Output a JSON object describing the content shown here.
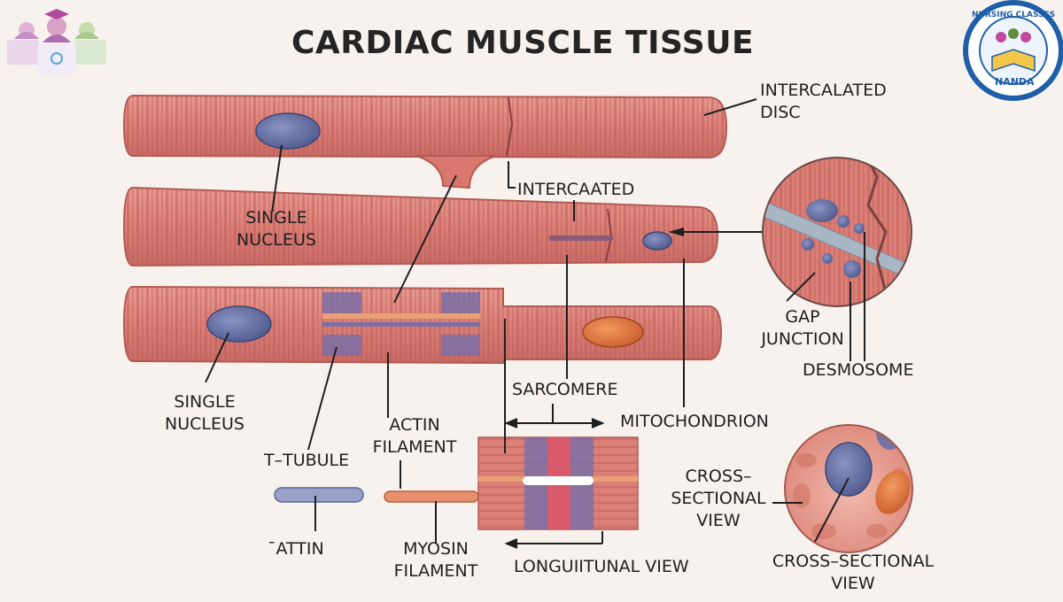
{
  "title": "CARDIAC MUSCLE TISSUE",
  "brand": {
    "line1": "NANDA",
    "line2": "NURSING CLASSES"
  },
  "labels": {
    "intercalated_disc": "INTERCALATED\nDISC",
    "intercaated": "INTERCAATED",
    "single_nucleus_1": "SINGLE\nNUCLEUS",
    "single_nucleus_2": "SINGLE\nNUCLEUS",
    "gap_junction": "GAP\nJUNCTION",
    "desmosome": "DESMOSOME",
    "sarcomere": "SARCOMERE",
    "mitochondrion": "MITOCHONDRION",
    "actin_filament": "ACTIN\nFILAMENT",
    "t_tubule": "T–TUBULE",
    "attin": "ˉATTIN",
    "myosin_filament": "MYOSIN\nFILAMENT",
    "longitudinal_view": "LONGUIITUNAL VIEW",
    "cross_sectional_view_1": "CROSS–\nSECTIONAL\nVIEW",
    "cross_sectional_view_2": "CROSS–SECTIONAL\nVIEW"
  },
  "colors": {
    "fiber": "#dc7f77",
    "fiber_dark": "#b95b56",
    "nucleus": "#6670a4",
    "myosin": "#7b6fa6",
    "actin": "#e8a074",
    "mitochondrion": "#e2763e",
    "gap": "#a9b6c4"
  }
}
